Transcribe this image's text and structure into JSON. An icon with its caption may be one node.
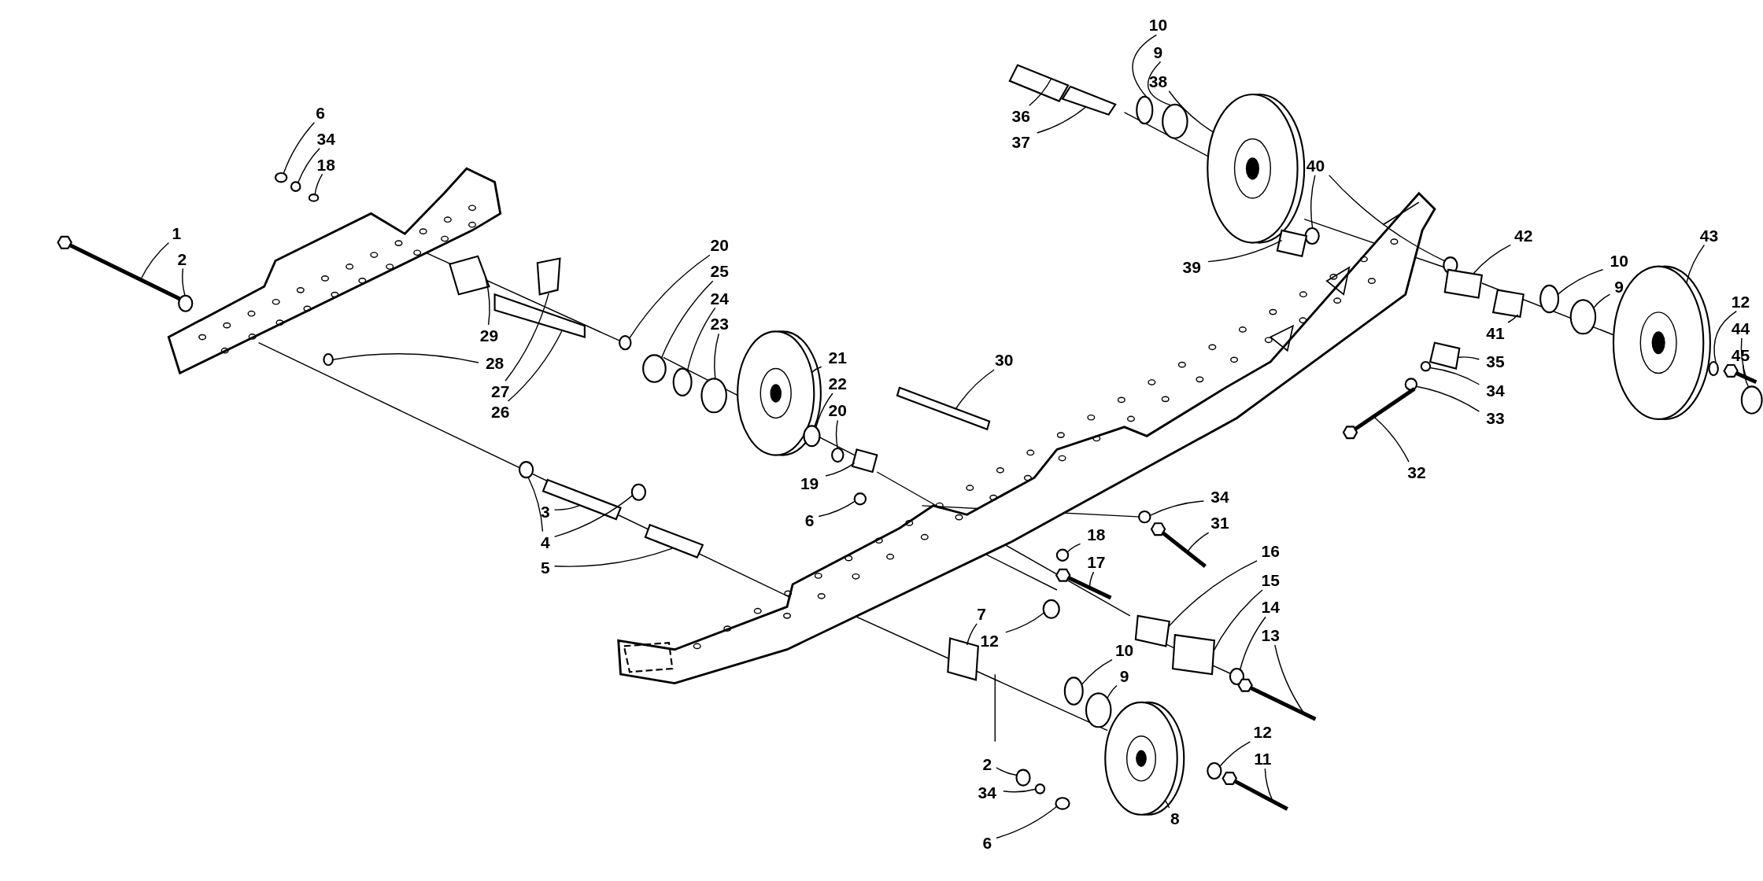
{
  "diagram": {
    "nodes": [
      {
        "text": [
          "6"
        ]
      },
      {
        "text": [
          "34"
        ]
      },
      {
        "text": [
          "18"
        ]
      },
      {
        "text": [
          "1"
        ]
      },
      {
        "text": [
          "2"
        ]
      },
      {
        "text": [
          "36"
        ]
      },
      {
        "text": [
          "37"
        ]
      },
      {
        "text": [
          "10"
        ]
      },
      {
        "text": [
          "9"
        ]
      },
      {
        "text": [
          "38"
        ]
      },
      {
        "text": [
          "40"
        ]
      },
      {
        "text": [
          "20"
        ]
      },
      {
        "text": [
          "25"
        ]
      },
      {
        "text": [
          "24"
        ]
      },
      {
        "text": [
          "23"
        ]
      },
      {
        "text": [
          "42"
        ]
      },
      {
        "text": [
          "43"
        ]
      },
      {
        "text": [
          "10"
        ]
      },
      {
        "text": [
          "9"
        ]
      },
      {
        "text": [
          "39"
        ]
      },
      {
        "text": [
          "12"
        ]
      },
      {
        "text": [
          "29"
        ]
      },
      {
        "text": [
          "44"
        ]
      },
      {
        "text": [
          "41"
        ]
      },
      {
        "text": [
          "21"
        ]
      },
      {
        "text": [
          "30"
        ]
      },
      {
        "text": [
          "45"
        ]
      },
      {
        "text": [
          "28"
        ]
      },
      {
        "text": [
          "35"
        ]
      },
      {
        "text": [
          "22"
        ]
      },
      {
        "text": [
          "27"
        ]
      },
      {
        "text": [
          "34"
        ]
      },
      {
        "text": [
          "26"
        ]
      },
      {
        "text": [
          "20"
        ]
      },
      {
        "text": [
          "33"
        ]
      },
      {
        "text": [
          "32"
        ]
      },
      {
        "text": [
          "19"
        ]
      },
      {
        "text": [
          "34"
        ]
      },
      {
        "text": [
          "3"
        ]
      },
      {
        "text": [
          "6"
        ]
      },
      {
        "text": [
          "31"
        ]
      },
      {
        "text": [
          "18"
        ]
      },
      {
        "text": [
          "4"
        ]
      },
      {
        "text": [
          "5"
        ]
      },
      {
        "text": [
          "17"
        ]
      },
      {
        "text": [
          "16"
        ]
      },
      {
        "text": [
          "15"
        ]
      },
      {
        "text": [
          "7"
        ]
      },
      {
        "text": [
          "14"
        ]
      },
      {
        "text": [
          "12"
        ]
      },
      {
        "text": [
          "13"
        ]
      },
      {
        "text": [
          "10"
        ]
      },
      {
        "text": [
          "9"
        ]
      },
      {
        "text": [
          "12"
        ]
      },
      {
        "text": [
          "11"
        ]
      },
      {
        "text": [
          "2"
        ]
      },
      {
        "text": [
          "34"
        ]
      },
      {
        "text": [
          "8"
        ]
      },
      {
        "text": [
          "6"
        ]
      },
      {
        "text": [],
        "shape": "circle"
      },
      {
        "text": [],
        "shape": "circle"
      },
      {
        "text": [],
        "shape": "circle"
      },
      {
        "text": [],
        "shape": "bolt"
      },
      {
        "text": [],
        "shape": "circle"
      },
      {
        "text": [],
        "shape": "cylinder"
      },
      {
        "text": [],
        "shape": "cylinder"
      },
      {
        "text": [],
        "shape": "circle"
      },
      {
        "text": [],
        "shape": "circle"
      },
      {
        "text": [],
        "shape": "wheel"
      },
      {
        "text": [],
        "shape": "circle"
      },
      {
        "text": [],
        "shape": "circle"
      },
      {
        "text": [],
        "shape": "circle"
      },
      {
        "text": [],
        "shape": "circle"
      },
      {
        "text": [],
        "shape": "circle"
      },
      {
        "text": [],
        "shape": "circle"
      },
      {
        "text": [],
        "shape": "cylinder"
      },
      {
        "text": [],
        "shape": "wheel"
      },
      {
        "text": [],
        "shape": "circle"
      },
      {
        "text": [],
        "shape": "circle"
      },
      {
        "text": [],
        "shape": "cylinder"
      },
      {
        "text": [],
        "shape": "circle"
      },
      {
        "text": [],
        "shape": "cylinder"
      },
      {
        "text": [],
        "shape": "bolt"
      },
      {
        "text": [],
        "shape": "cylinder"
      },
      {
        "text": [],
        "shape": "wheel"
      },
      {
        "text": [],
        "shape": "cylinder"
      },
      {
        "text": [],
        "shape": "circle"
      },
      {
        "text": [],
        "shape": "circle"
      },
      {
        "text": [],
        "shape": "cylinder"
      },
      {
        "text": [],
        "shape": "circle"
      },
      {
        "text": [],
        "shape": "cylinder"
      },
      {
        "text": [],
        "shape": "circle"
      },
      {
        "text": [],
        "shape": "cylinder"
      },
      {
        "text": [],
        "shape": "circle"
      },
      {
        "text": [],
        "shape": "circle"
      },
      {
        "text": [],
        "shape": "bolt"
      },
      {
        "text": [],
        "shape": "cylinder"
      },
      {
        "text": [],
        "shape": "circle"
      },
      {
        "text": [],
        "shape": "cylinder"
      },
      {
        "text": [],
        "shape": "circle"
      },
      {
        "text": [],
        "shape": "bolt"
      },
      {
        "text": [],
        "shape": "circle"
      },
      {
        "text": [],
        "shape": "circle"
      },
      {
        "text": [],
        "shape": "circle"
      },
      {
        "text": [],
        "shape": "cylinder"
      },
      {
        "text": [],
        "shape": "bolt"
      },
      {
        "text": [],
        "shape": "cylinder"
      },
      {
        "text": [],
        "shape": "cylinder"
      },
      {
        "text": [],
        "shape": "cylinder"
      },
      {
        "text": [],
        "shape": "circle"
      },
      {
        "text": [],
        "shape": "circle"
      },
      {
        "text": [],
        "shape": "bolt"
      },
      {
        "text": [],
        "shape": "circle"
      },
      {
        "text": [],
        "shape": "circle"
      },
      {
        "text": [],
        "shape": "circle"
      },
      {
        "text": [],
        "shape": "bolt"
      },
      {
        "text": [],
        "shape": "circle"
      },
      {
        "text": [],
        "shape": "circle"
      },
      {
        "text": [],
        "shape": "wheel"
      },
      {
        "text": [],
        "shape": "circle"
      }
    ],
    "edges": [
      {
        "from": 0,
        "to": 59,
        "arrow": "none"
      },
      {
        "from": 1,
        "to": 60,
        "arrow": "none"
      },
      {
        "from": 2,
        "to": 61,
        "arrow": "none"
      },
      {
        "from": 3,
        "to": 62,
        "arrow": "none"
      },
      {
        "from": 4,
        "to": 63,
        "arrow": "none"
      },
      {
        "from": 5,
        "to": 64,
        "arrow": "none"
      },
      {
        "from": 6,
        "to": 65,
        "arrow": "none"
      },
      {
        "from": 7,
        "to": 66,
        "arrow": "none"
      },
      {
        "from": 8,
        "to": 67,
        "arrow": "none"
      },
      {
        "from": 9,
        "to": 68,
        "arrow": "none"
      },
      {
        "from": 10,
        "to": 69,
        "arrow": "none"
      },
      {
        "from": 10,
        "to": 70,
        "arrow": "none"
      },
      {
        "from": 11,
        "to": 71,
        "arrow": "none"
      },
      {
        "from": 12,
        "to": 72,
        "arrow": "none"
      },
      {
        "from": 13,
        "to": 73,
        "arrow": "none"
      },
      {
        "from": 14,
        "to": 74,
        "arrow": "none"
      },
      {
        "from": 15,
        "to": 75,
        "arrow": "none"
      },
      {
        "from": 16,
        "to": 76,
        "arrow": "none"
      },
      {
        "from": 17,
        "to": 77,
        "arrow": "none"
      },
      {
        "from": 18,
        "to": 78,
        "arrow": "none"
      },
      {
        "from": 19,
        "to": 79,
        "arrow": "none"
      },
      {
        "from": 20,
        "to": 80,
        "arrow": "none"
      },
      {
        "from": 21,
        "to": 81,
        "arrow": "none"
      },
      {
        "from": 22,
        "to": 82,
        "arrow": "none"
      },
      {
        "from": 23,
        "to": 83,
        "arrow": "none"
      },
      {
        "from": 24,
        "to": 84,
        "arrow": "none"
      },
      {
        "from": 25,
        "to": 85,
        "arrow": "none"
      },
      {
        "from": 26,
        "to": 86,
        "arrow": "none"
      },
      {
        "from": 27,
        "to": 87,
        "arrow": "none"
      },
      {
        "from": 28,
        "to": 88,
        "arrow": "none"
      },
      {
        "from": 29,
        "to": 89,
        "arrow": "none"
      },
      {
        "from": 30,
        "to": 90,
        "arrow": "none"
      },
      {
        "from": 31,
        "to": 91,
        "arrow": "none"
      },
      {
        "from": 32,
        "to": 92,
        "arrow": "none"
      },
      {
        "from": 33,
        "to": 93,
        "arrow": "none"
      },
      {
        "from": 34,
        "to": 94,
        "arrow": "none"
      },
      {
        "from": 35,
        "to": 95,
        "arrow": "none"
      },
      {
        "from": 36,
        "to": 96,
        "arrow": "none"
      },
      {
        "from": 37,
        "to": 97,
        "arrow": "none"
      },
      {
        "from": 38,
        "to": 98,
        "arrow": "none"
      },
      {
        "from": 39,
        "to": 99,
        "arrow": "none"
      },
      {
        "from": 40,
        "to": 100,
        "arrow": "none"
      },
      {
        "from": 41,
        "to": 101,
        "arrow": "none"
      },
      {
        "from": 42,
        "to": 102,
        "arrow": "none"
      },
      {
        "from": 42,
        "to": 103,
        "arrow": "none"
      },
      {
        "from": 43,
        "to": 104,
        "arrow": "none"
      },
      {
        "from": 44,
        "to": 105,
        "arrow": "none"
      },
      {
        "from": 45,
        "to": 106,
        "arrow": "none"
      },
      {
        "from": 46,
        "to": 107,
        "arrow": "none"
      },
      {
        "from": 47,
        "to": 108,
        "arrow": "none"
      },
      {
        "from": 48,
        "to": 109,
        "arrow": "none"
      },
      {
        "from": 49,
        "to": 110,
        "arrow": "none"
      },
      {
        "from": 50,
        "to": 111,
        "arrow": "none"
      },
      {
        "from": 51,
        "to": 112,
        "arrow": "none"
      },
      {
        "from": 52,
        "to": 113,
        "arrow": "none"
      },
      {
        "from": 53,
        "to": 114,
        "arrow": "none"
      },
      {
        "from": 54,
        "to": 115,
        "arrow": "none"
      },
      {
        "from": 55,
        "to": 116,
        "arrow": "none"
      },
      {
        "from": 56,
        "to": 117,
        "arrow": "none"
      },
      {
        "from": 57,
        "to": 118,
        "arrow": "none"
      },
      {
        "from": 58,
        "to": 119,
        "arrow": "none"
      }
    ]
  }
}
